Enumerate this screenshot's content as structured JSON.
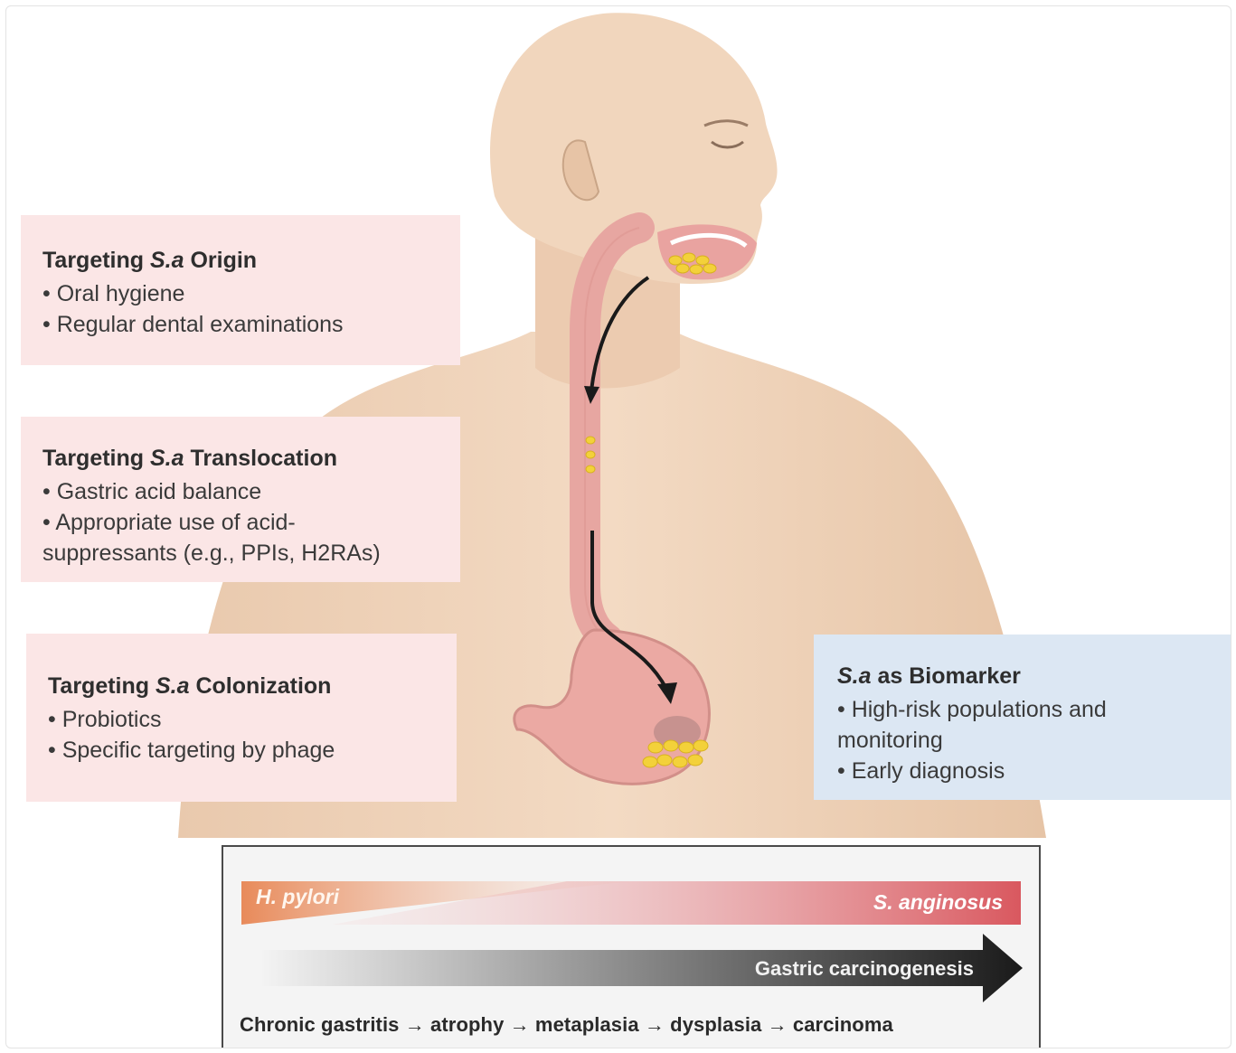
{
  "boxes": {
    "origin": {
      "title_prefix": "Targeting ",
      "title_italic": "S.a",
      "title_suffix": " Origin",
      "items": [
        "• Oral hygiene",
        "• Regular dental examinations"
      ]
    },
    "translocation": {
      "title_prefix": "Targeting ",
      "title_italic": "S.a",
      "title_suffix": " Translocation",
      "items": [
        "• Gastric acid balance",
        "• Appropriate use of acid-",
        "suppressants (e.g., PPIs, H2RAs)"
      ]
    },
    "colonization": {
      "title_prefix": "Targeting ",
      "title_italic": "S.a",
      "title_suffix": " Colonization",
      "items": [
        "• Probiotics",
        "• Specific targeting by phage"
      ]
    },
    "biomarker": {
      "title_prefix": "",
      "title_italic": "S.a",
      "title_suffix": " as Biomarker",
      "items": [
        "• High-risk populations and",
        "monitoring",
        "• Early diagnosis"
      ]
    }
  },
  "panel": {
    "left_gradient_label": "H. pylori",
    "right_gradient_label": "S. anginosus",
    "arrow_label": "Gastric carcinogenesis",
    "progression": "Chronic gastritis → atrophy → metaplasia → dysplasia → carcinoma"
  },
  "colors": {
    "skin": "#f1d6bd",
    "pink_box": "#fbe6e6",
    "blue_box": "#dce7f3",
    "esophagus": "#e8a4a0",
    "hpylori_orange": "#e88a5a",
    "sanginosus_red": "#d9585f",
    "bacteria_yellow": "#f3d13a"
  }
}
